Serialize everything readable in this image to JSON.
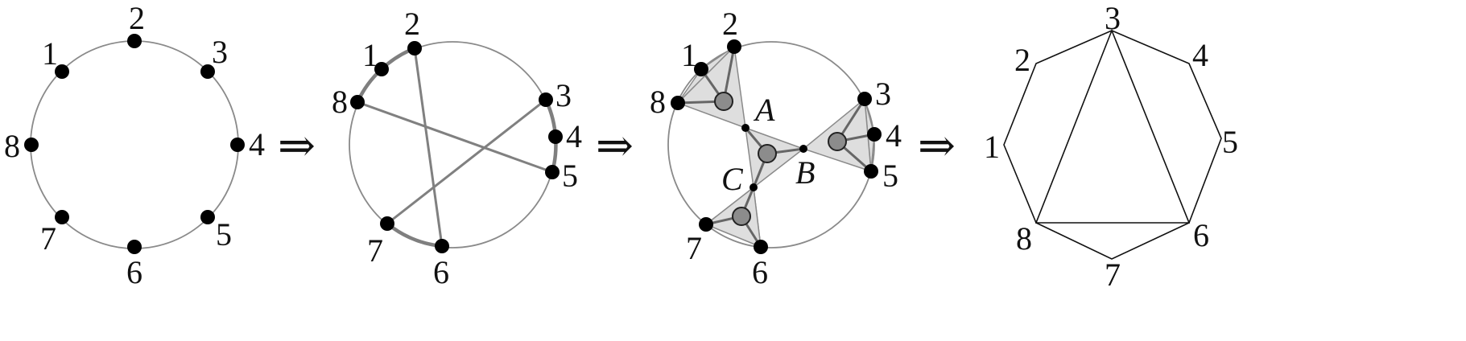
{
  "panels": {
    "p1": {
      "labels": [
        "1",
        "2",
        "3",
        "4",
        "5",
        "6",
        "7",
        "8"
      ]
    },
    "p2": {
      "labels": [
        "1",
        "2",
        "3",
        "4",
        "5",
        "6",
        "7",
        "8"
      ]
    },
    "p3": {
      "labels": [
        "1",
        "2",
        "3",
        "4",
        "5",
        "6",
        "7",
        "8"
      ],
      "junctions": [
        "A",
        "B",
        "C"
      ]
    },
    "p4": {
      "labels": [
        "1",
        "2",
        "3",
        "4",
        "5",
        "6",
        "7",
        "8"
      ]
    }
  },
  "arrows": [
    "⇒",
    "⇒",
    "⇒"
  ],
  "colors": {
    "circle": "#8a8a8a",
    "chord": "#808080",
    "triangle_fill": "#dedede",
    "hub": "#8c8c8c",
    "ink": "#111111"
  }
}
